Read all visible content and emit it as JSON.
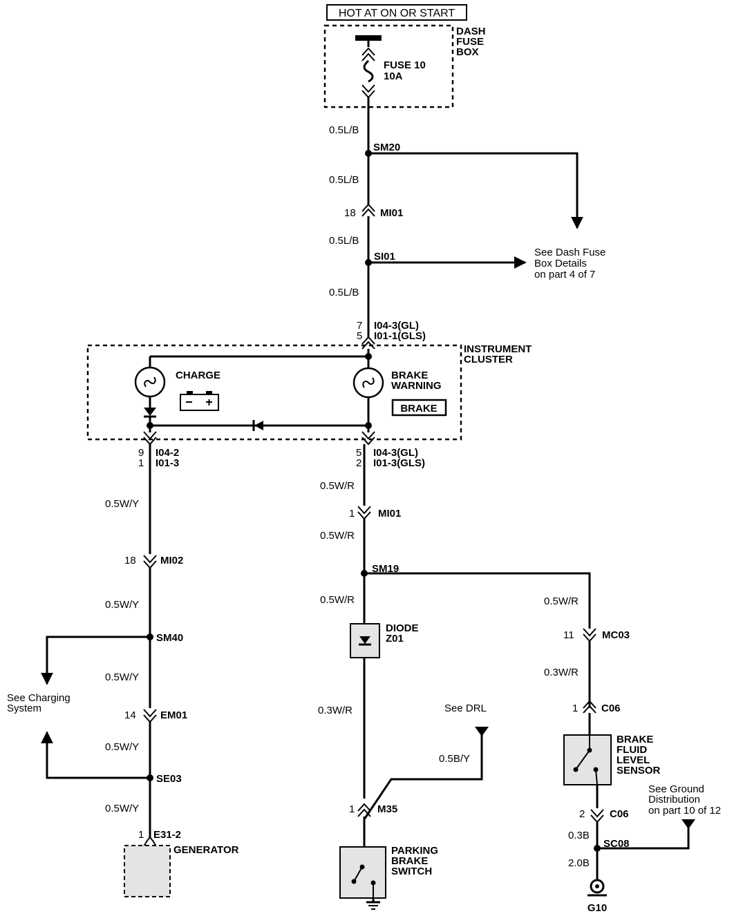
{
  "header": {
    "title": "HOT AT ON OR START"
  },
  "fuse_box": {
    "name": [
      "DASH",
      "FUSE",
      "BOX"
    ],
    "fuse_label": "FUSE 10",
    "fuse_rating": "10A"
  },
  "wires": {
    "w1": "0.5L/B",
    "w2": "0.5L/B",
    "w3": "0.5L/B",
    "w4": "0.5L/B",
    "w5": "0.5W/R",
    "w6": "0.5W/R",
    "w7": "0.5W/R",
    "w8": "0.3W/R",
    "w9": "0.5B/Y",
    "w10": "0.5W/R",
    "w11": "0.3W/R",
    "w12": "0.3B",
    "w13": "2.0B",
    "w14": "0.5W/Y",
    "w15": "0.5W/Y",
    "w16": "0.5W/Y",
    "w17": "0.5W/Y",
    "w18": "0.5W/Y"
  },
  "splices": {
    "sm20": "SM20",
    "si01": "SI01",
    "sm19": "SM19",
    "sm40": "SM40",
    "se03": "SE03",
    "sc08": "SC08"
  },
  "connectors": {
    "mi01_top": {
      "pin": "18",
      "name": "MI01"
    },
    "cluster_in": {
      "pin1": "7",
      "name1": "I04-3(GL)",
      "pin2": "5",
      "name2": "I01-1(GLS)"
    },
    "cluster_out_right": {
      "pin1": "5",
      "name1": "I04-3(GL)",
      "pin2": "2",
      "name2": "I01-3(GLS)"
    },
    "cluster_out_left": {
      "pin1": "9",
      "name1": "I04-2",
      "pin2": "1",
      "name2": "I01-3"
    },
    "mi01_mid": {
      "pin": "1",
      "name": "MI01"
    },
    "mi02": {
      "pin": "18",
      "name": "MI02"
    },
    "em01": {
      "pin": "14",
      "name": "EM01"
    },
    "e31": {
      "pin": "1",
      "name": "E31-2"
    },
    "m35": {
      "pin": "1",
      "name": "M35"
    },
    "mc03": {
      "pin": "11",
      "name": "MC03"
    },
    "c06_top": {
      "pin": "1",
      "name": "C06"
    },
    "c06_bottom": {
      "pin": "2",
      "name": "C06"
    }
  },
  "cluster": {
    "name": [
      "INSTRUMENT",
      "CLUSTER"
    ],
    "charge_label": "CHARGE",
    "brake_label": [
      "BRAKE",
      "WARNING"
    ],
    "brake_badge": "BRAKE"
  },
  "components": {
    "diode": [
      "DIODE",
      "Z01"
    ],
    "generator": "GENERATOR",
    "parking_brake": [
      "PARKING",
      "BRAKE",
      "SWITCH"
    ],
    "fluid_sensor": [
      "BRAKE",
      "FLUID",
      "LEVEL",
      "SENSOR"
    ],
    "ground": "G10"
  },
  "references": {
    "dash_fuse": [
      "See Dash Fuse",
      "Box Details",
      "on part 4 of 7"
    ],
    "charging": [
      "See Charging",
      "System"
    ],
    "drl": "See DRL",
    "ground_dist": [
      "See Ground",
      "Distribution",
      "on part 10 of 12"
    ]
  }
}
